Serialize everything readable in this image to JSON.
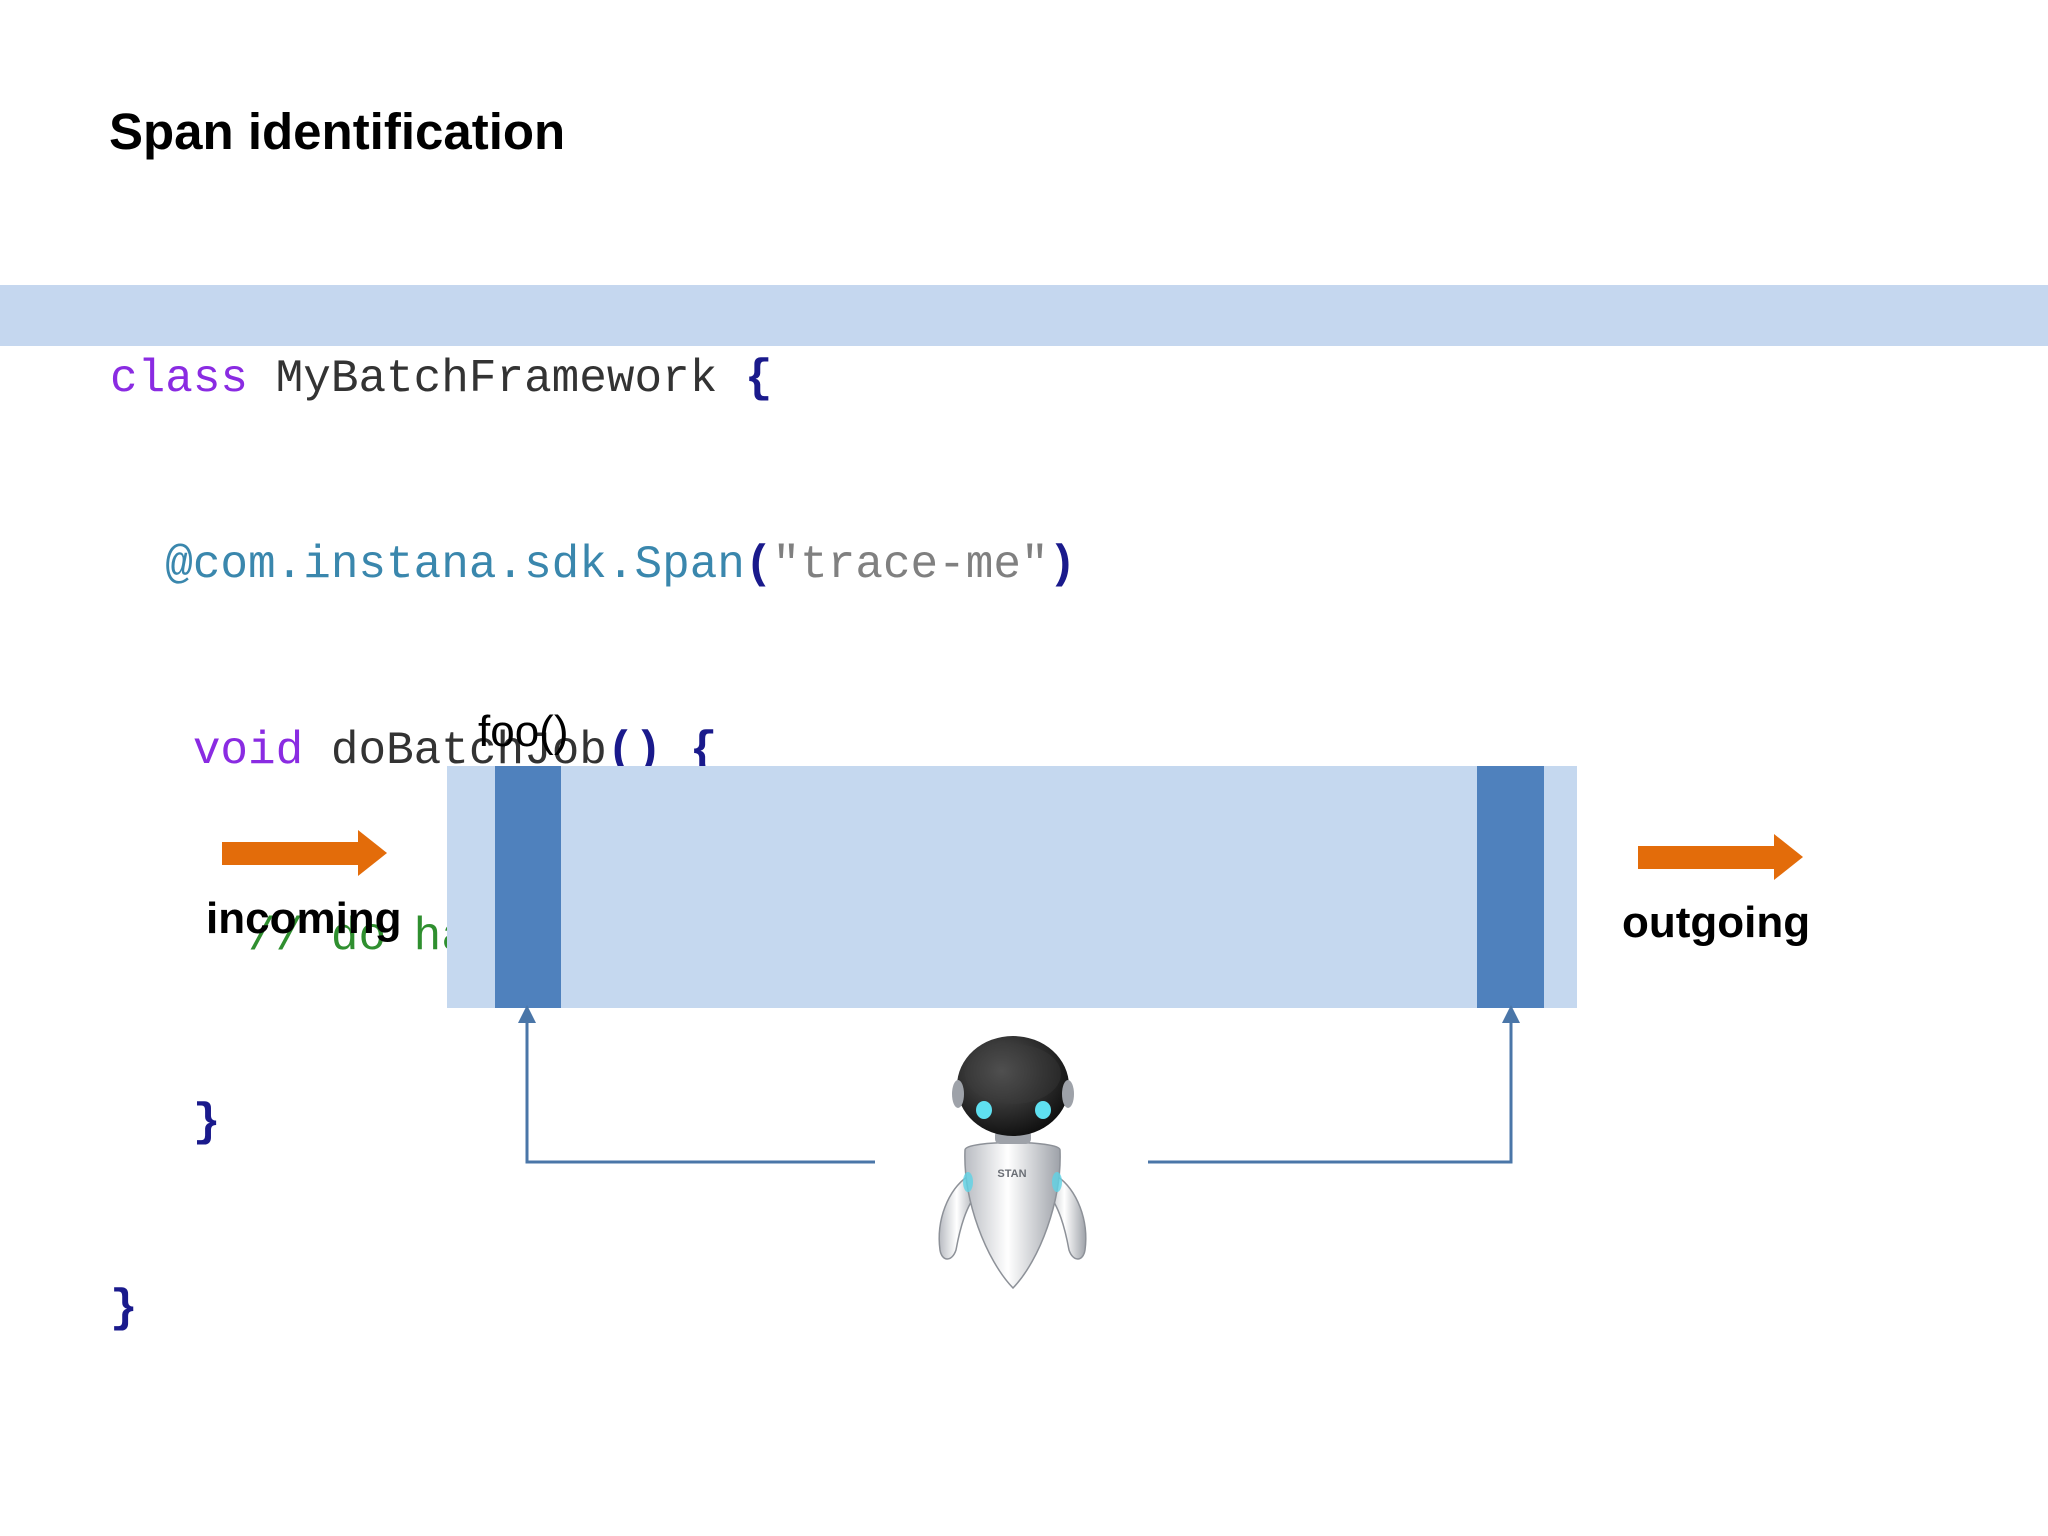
{
  "title": "Span identification",
  "code": {
    "line1": {
      "keyword": "class",
      "name": "MyBatchFramework",
      "brace": "{"
    },
    "line2": {
      "annotation": "@com.instana.sdk.Span",
      "open": "(",
      "string": "\"trace-me\"",
      "close": ")"
    },
    "line3": {
      "keyword": "void",
      "name": "doBatchJob",
      "parens": "()",
      "brace": "{"
    },
    "line4": {
      "comment": "// do hard work..."
    },
    "line5": {
      "brace": "}"
    },
    "line6": {
      "brace": "}"
    }
  },
  "diagram": {
    "method_label": "foo()",
    "incoming_label": "incoming",
    "outgoing_label": "outgoing",
    "robot_badge": "STAN"
  },
  "colors": {
    "span_fill": "#c5d8ef",
    "marker_fill": "#4f81bd",
    "arrow_orange": "#e36c0a",
    "connector": "#4a76a8"
  }
}
